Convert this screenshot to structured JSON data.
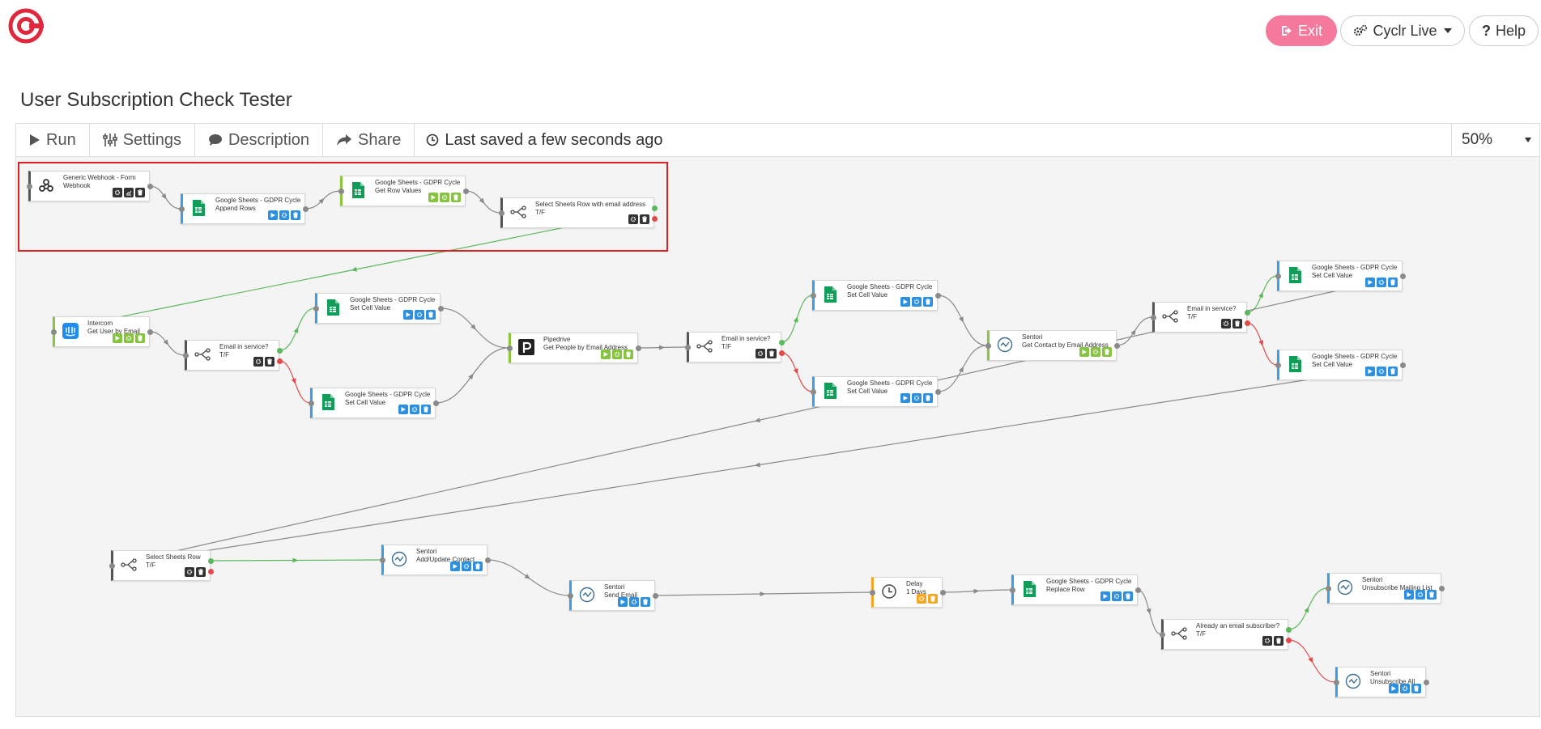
{
  "header": {
    "exit_label": "Exit",
    "live_label": "Cyclr Live",
    "help_label": "Help"
  },
  "page": {
    "title": "User Subscription Check Tester"
  },
  "toolbar": {
    "run_label": "Run",
    "settings_label": "Settings",
    "description_label": "Description",
    "share_label": "Share",
    "status_text": "Last saved a few seconds ago",
    "zoom": "50%"
  },
  "colors": {
    "brand_red": "#e0283c",
    "exit_pink": "#f5799c",
    "true_wire": "#5cb85c",
    "false_wire": "#e04b4b",
    "neutral_wire": "#8a8a8a",
    "action_blue": "#2d8fe0",
    "action_green": "#86c440",
    "delay_orange": "#f5a623",
    "selection_red": "#e02020"
  },
  "nodes": [
    {
      "id": "n1",
      "kind": "trigger",
      "icon": "webhook-icon",
      "title": "Generic Webhook - Form",
      "subtitle": "Webhook",
      "actions": [
        "gear-icon",
        "chart-icon",
        "trash-icon"
      ],
      "action_color": "dark"
    },
    {
      "id": "n2",
      "kind": "action",
      "icon": "google-sheets-icon",
      "title": "Google Sheets - GDPR Cycle",
      "subtitle": "Append Rows",
      "actions": [
        "play-icon",
        "gear-icon",
        "trash-icon"
      ],
      "action_color": "blue"
    },
    {
      "id": "n3",
      "kind": "green",
      "icon": "google-sheets-icon",
      "title": "Google Sheets - GDPR Cycle",
      "subtitle": "Get Row Values",
      "actions": [
        "play-icon",
        "gear-icon",
        "trash-icon"
      ],
      "action_color": "green"
    },
    {
      "id": "n4",
      "kind": "decision",
      "icon": "branch-icon",
      "title": "Select Sheets Row with email address",
      "subtitle": "T/F",
      "actions": [
        "gear-icon",
        "trash-icon"
      ],
      "action_color": "dark"
    },
    {
      "id": "n5",
      "kind": "green",
      "icon": "intercom-icon",
      "title": "Intercom",
      "subtitle": "Get User by Email",
      "actions": [
        "play-icon",
        "gear-icon",
        "trash-icon"
      ],
      "action_color": "green"
    },
    {
      "id": "n6",
      "kind": "decision",
      "icon": "branch-icon",
      "title": "Email in service?",
      "subtitle": "T/F",
      "actions": [
        "gear-icon",
        "trash-icon"
      ],
      "action_color": "dark"
    },
    {
      "id": "n7",
      "kind": "action",
      "icon": "google-sheets-icon",
      "title": "Google Sheets - GDPR Cycle",
      "subtitle": "Set Cell Value",
      "actions": [
        "play-icon",
        "gear-icon",
        "trash-icon"
      ],
      "action_color": "blue"
    },
    {
      "id": "n8",
      "kind": "action",
      "icon": "google-sheets-icon",
      "title": "Google Sheets - GDPR Cycle",
      "subtitle": "Set Cell Value",
      "actions": [
        "play-icon",
        "gear-icon",
        "trash-icon"
      ],
      "action_color": "blue"
    },
    {
      "id": "n9",
      "kind": "green",
      "icon": "pipedrive-icon",
      "title": "Pipedrive",
      "subtitle": "Get People by Email Address",
      "actions": [
        "play-icon",
        "gear-icon",
        "trash-icon"
      ],
      "action_color": "green"
    },
    {
      "id": "n10",
      "kind": "decision",
      "icon": "branch-icon",
      "title": "Email in service?",
      "subtitle": "T/F",
      "actions": [
        "gear-icon",
        "trash-icon"
      ],
      "action_color": "dark"
    },
    {
      "id": "n11",
      "kind": "action",
      "icon": "google-sheets-icon",
      "title": "Google Sheets - GDPR Cycle",
      "subtitle": "Set Cell Value",
      "actions": [
        "play-icon",
        "gear-icon",
        "trash-icon"
      ],
      "action_color": "blue"
    },
    {
      "id": "n12",
      "kind": "action",
      "icon": "google-sheets-icon",
      "title": "Google Sheets - GDPR Cycle",
      "subtitle": "Set Cell Value",
      "actions": [
        "play-icon",
        "gear-icon",
        "trash-icon"
      ],
      "action_color": "blue"
    },
    {
      "id": "n13",
      "kind": "green",
      "icon": "sendinblue-icon",
      "title": "Sentori",
      "subtitle": "Get Contact by Email Address",
      "actions": [
        "play-icon",
        "gear-icon",
        "trash-icon"
      ],
      "action_color": "green"
    },
    {
      "id": "n14",
      "kind": "decision",
      "icon": "branch-icon",
      "title": "Email in service?",
      "subtitle": "T/F",
      "actions": [
        "gear-icon",
        "trash-icon"
      ],
      "action_color": "dark"
    },
    {
      "id": "n15",
      "kind": "action",
      "icon": "google-sheets-icon",
      "title": "Google Sheets - GDPR Cycle",
      "subtitle": "Set Cell Value",
      "actions": [
        "play-icon",
        "gear-icon",
        "trash-icon"
      ],
      "action_color": "blue"
    },
    {
      "id": "n16",
      "kind": "action",
      "icon": "google-sheets-icon",
      "title": "Google Sheets - GDPR Cycle",
      "subtitle": "Set Cell Value",
      "actions": [
        "play-icon",
        "gear-icon",
        "trash-icon"
      ],
      "action_color": "blue"
    },
    {
      "id": "n17",
      "kind": "decision",
      "icon": "branch-icon",
      "title": "Select Sheets Row",
      "subtitle": "T/F",
      "actions": [
        "gear-icon",
        "trash-icon"
      ],
      "action_color": "dark"
    },
    {
      "id": "n18",
      "kind": "action",
      "icon": "sendinblue-icon",
      "title": "Sentori",
      "subtitle": "Add/Update Contact",
      "actions": [
        "play-icon",
        "gear-icon",
        "trash-icon"
      ],
      "action_color": "blue"
    },
    {
      "id": "n19",
      "kind": "action",
      "icon": "sendinblue-icon",
      "title": "Sentori",
      "subtitle": "Send Email",
      "actions": [
        "play-icon",
        "gear-icon",
        "trash-icon"
      ],
      "action_color": "blue"
    },
    {
      "id": "n20",
      "kind": "orange",
      "icon": "clock-icon",
      "title": "Delay",
      "subtitle": "1 Days",
      "actions": [
        "gear-icon",
        "trash-icon"
      ],
      "action_color": "orange"
    },
    {
      "id": "n21",
      "kind": "action",
      "icon": "google-sheets-icon",
      "title": "Google Sheets - GDPR Cycle",
      "subtitle": "Replace Row",
      "actions": [
        "play-icon",
        "gear-icon",
        "trash-icon"
      ],
      "action_color": "blue"
    },
    {
      "id": "n22",
      "kind": "decision",
      "icon": "branch-icon",
      "title": "Already an email subscriber?",
      "subtitle": "T/F",
      "actions": [
        "gear-icon",
        "trash-icon"
      ],
      "action_color": "dark"
    },
    {
      "id": "n23",
      "kind": "action",
      "icon": "sendinblue-icon",
      "title": "Sentori",
      "subtitle": "Unsubscribe Mailing List",
      "actions": [
        "play-icon",
        "gear-icon",
        "trash-icon"
      ],
      "action_color": "blue"
    },
    {
      "id": "n24",
      "kind": "action",
      "icon": "sendinblue-icon",
      "title": "Sentori",
      "subtitle": "Unsubscribe All",
      "actions": [
        "play-icon",
        "gear-icon",
        "trash-icon"
      ],
      "action_color": "blue"
    }
  ],
  "connections": [
    {
      "from": "n1",
      "to": "n2",
      "type": "normal"
    },
    {
      "from": "n2",
      "to": "n3",
      "type": "normal"
    },
    {
      "from": "n3",
      "to": "n4",
      "type": "normal"
    },
    {
      "from": "n4",
      "to": "n5",
      "type": "true"
    },
    {
      "from": "n5",
      "to": "n6",
      "type": "normal"
    },
    {
      "from": "n6",
      "to": "n7",
      "type": "true"
    },
    {
      "from": "n6",
      "to": "n8",
      "type": "false"
    },
    {
      "from": "n7",
      "to": "n9",
      "type": "normal"
    },
    {
      "from": "n8",
      "to": "n9",
      "type": "normal"
    },
    {
      "from": "n9",
      "to": "n10",
      "type": "normal"
    },
    {
      "from": "n10",
      "to": "n11",
      "type": "true"
    },
    {
      "from": "n10",
      "to": "n12",
      "type": "false"
    },
    {
      "from": "n11",
      "to": "n13",
      "type": "normal"
    },
    {
      "from": "n12",
      "to": "n13",
      "type": "normal"
    },
    {
      "from": "n13",
      "to": "n14",
      "type": "normal"
    },
    {
      "from": "n14",
      "to": "n15",
      "type": "true"
    },
    {
      "from": "n14",
      "to": "n16",
      "type": "false"
    },
    {
      "from": "n15",
      "to": "n17",
      "type": "normal"
    },
    {
      "from": "n16",
      "to": "n17",
      "type": "normal"
    },
    {
      "from": "n17",
      "to": "n18",
      "type": "true"
    },
    {
      "from": "n18",
      "to": "n19",
      "type": "normal"
    },
    {
      "from": "n19",
      "to": "n20",
      "type": "normal"
    },
    {
      "from": "n20",
      "to": "n21",
      "type": "normal"
    },
    {
      "from": "n21",
      "to": "n22",
      "type": "normal"
    },
    {
      "from": "n22",
      "to": "n23",
      "type": "true"
    },
    {
      "from": "n22",
      "to": "n24",
      "type": "false"
    }
  ]
}
